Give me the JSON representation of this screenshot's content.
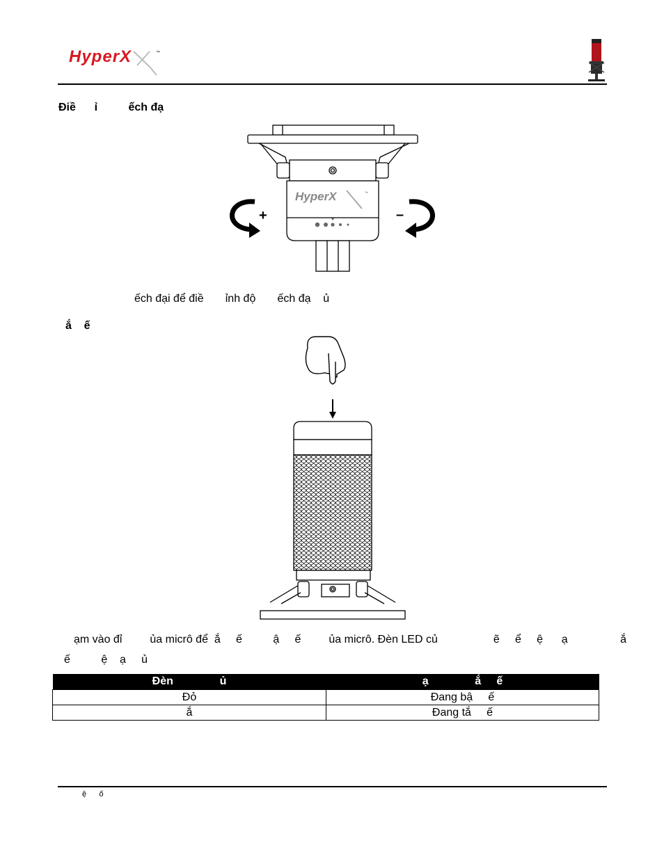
{
  "header": {
    "brand_logo_text": "HyperX",
    "trademark": "™"
  },
  "section1": {
    "heading": "Điề      ỉ          ếch đạ",
    "caption": "ếch đại để điề       ỉnh độ       ếch đạ    ủ",
    "plus_label": "+",
    "minus_label": "–",
    "device_logo_text": "HyperX",
    "device_trademark": "™"
  },
  "section2": {
    "heading": "ắ    ế",
    "paragraph_line1": "ạm vào đỉ         ủa micrô để  ắ     ế          ậ     ế         ủa micrô. Đèn LED củ                  ẽ     ể     ệ      ạ                 ắ",
    "paragraph_line2": "ế          ệ    ạ     ủ"
  },
  "table": {
    "headers": [
      "Đèn               ủ",
      "ạ               ắ     ế"
    ],
    "rows": [
      [
        "Đỏ",
        "Đang bậ     ế"
      ],
      [
        "ắ",
        "Đang tắ     ế"
      ]
    ]
  },
  "footer": {
    "text": "ệ      ố"
  }
}
